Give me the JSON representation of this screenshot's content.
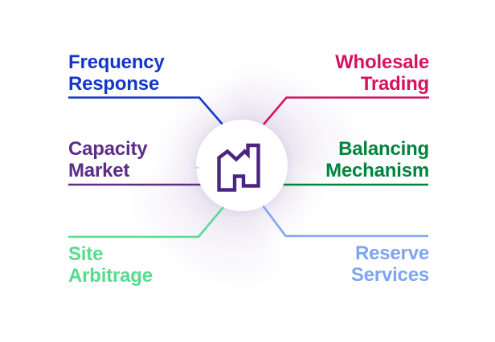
{
  "diagram": {
    "title": "energy-flexibility-revenue-streams",
    "center": {
      "icon": "factory-icon",
      "icon_color": "#4A2580",
      "circle_fill": "#FFFFFF",
      "halo_color": "#7C5EA5"
    },
    "labels": [
      {
        "id": "frequency-response",
        "text": "Frequency\nResponse",
        "color": "#1437C8",
        "position": "top-left"
      },
      {
        "id": "wholesale-trading",
        "text": "Wholesale\nTrading",
        "color": "#D5135E",
        "position": "top-right"
      },
      {
        "id": "capacity-market",
        "text": "Capacity\nMarket",
        "color": "#5B2D87",
        "position": "middle-left"
      },
      {
        "id": "balancing-mechanism",
        "text": "Balancing\nMechanism",
        "color": "#00843D",
        "position": "middle-right"
      },
      {
        "id": "site-arbitrage",
        "text": "Site\nArbitrage",
        "color": "#57DC8D",
        "position": "bottom-left"
      },
      {
        "id": "reserve-services",
        "text": "Reserve\nServices",
        "color": "#7FA4F0",
        "position": "bottom-right"
      }
    ],
    "background_color": "#FFFFFF"
  }
}
